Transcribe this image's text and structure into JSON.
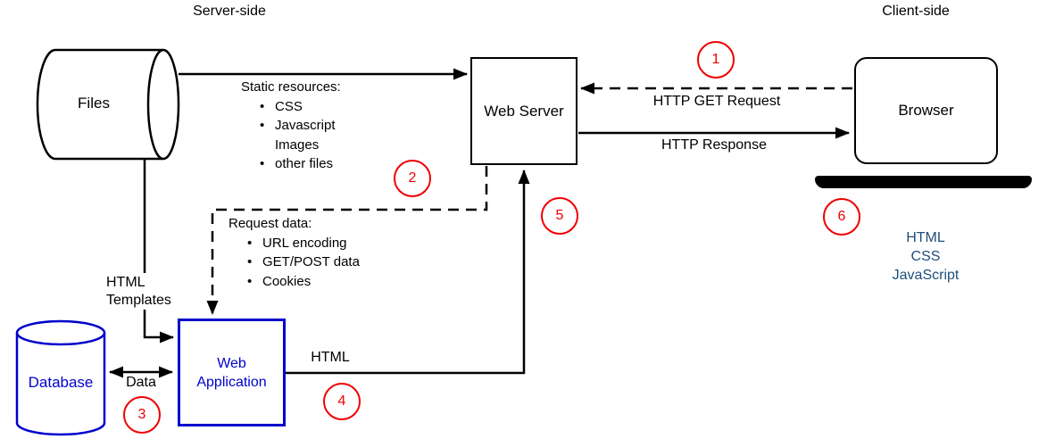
{
  "titles": {
    "server_side": "Server-side",
    "client_side": "Client-side"
  },
  "nodes": {
    "files": "Files",
    "web_server": "Web Server",
    "browser": "Browser",
    "database": "Database",
    "web_application": [
      "Web",
      "Application"
    ]
  },
  "notes": {
    "static_resources": {
      "title": "Static resources:",
      "items": [
        "CSS",
        "Javascript",
        "Images",
        "other files"
      ]
    },
    "request_data": {
      "title": "Request data:",
      "items": [
        "URL encoding",
        "GET/POST data",
        "Cookies"
      ]
    },
    "client_tech": [
      "HTML",
      "CSS",
      "JavaScript"
    ]
  },
  "edges": {
    "http_get_request": "HTTP GET Request",
    "http_response": "HTTP Response",
    "html_templates": [
      "HTML",
      "Templates"
    ],
    "data": "Data",
    "html_out": "HTML"
  },
  "steps": [
    "1",
    "2",
    "3",
    "4",
    "5",
    "6"
  ],
  "colors": {
    "shape_blue": "#0000CC",
    "client_tech_blue": "#1F4E79",
    "step_red": "#EE0000",
    "line_black": "#000000"
  }
}
